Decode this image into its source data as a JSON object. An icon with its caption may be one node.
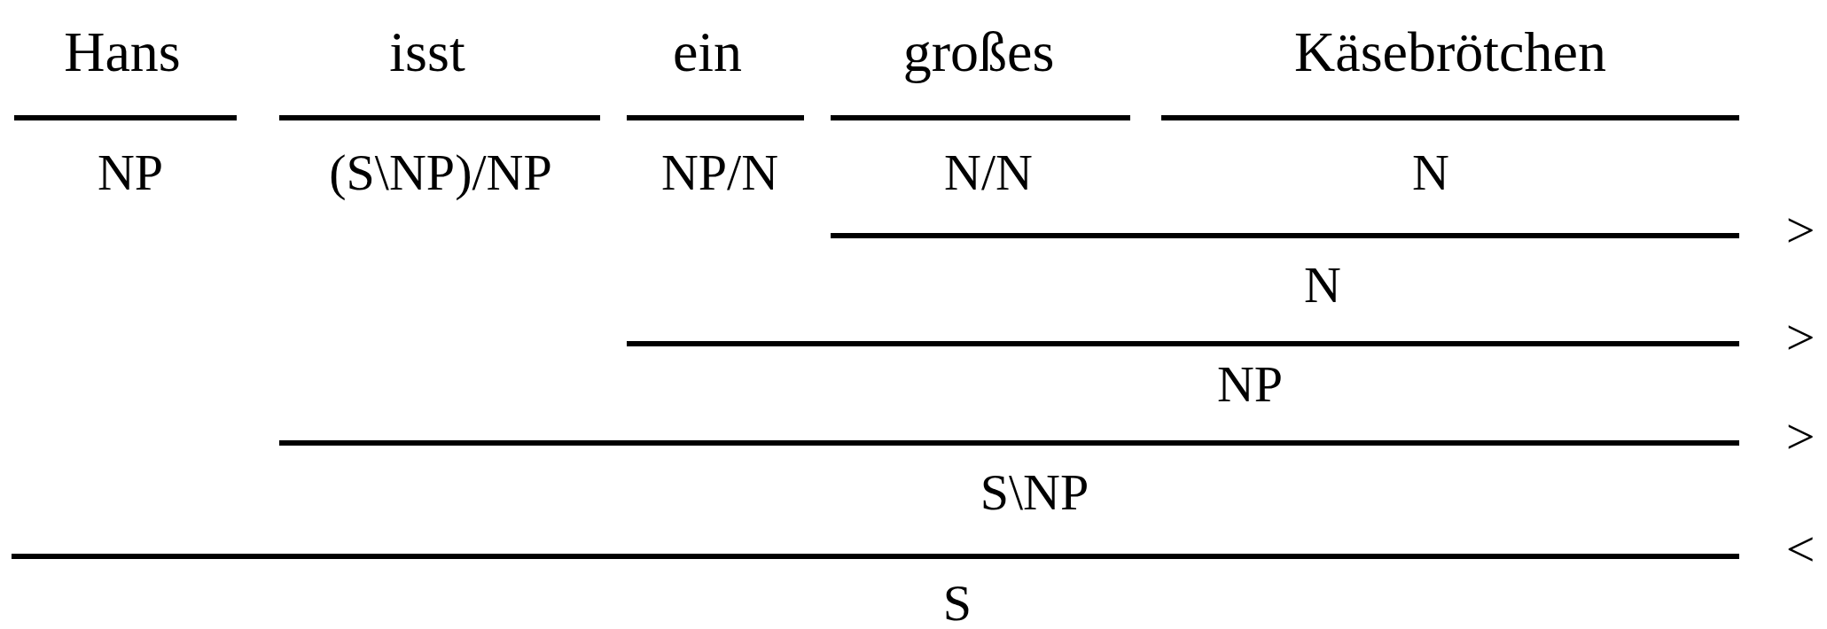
{
  "diagram": {
    "labels": [
      "Hans",
      "isst",
      "ein",
      "großes",
      "Käsebrötchen",
      "NP",
      "(S\\NP)/NP",
      "NP/N",
      "N/N",
      "N",
      ">",
      "N",
      ">",
      "NP",
      ">",
      "S\\NP",
      "<",
      "S"
    ]
  }
}
